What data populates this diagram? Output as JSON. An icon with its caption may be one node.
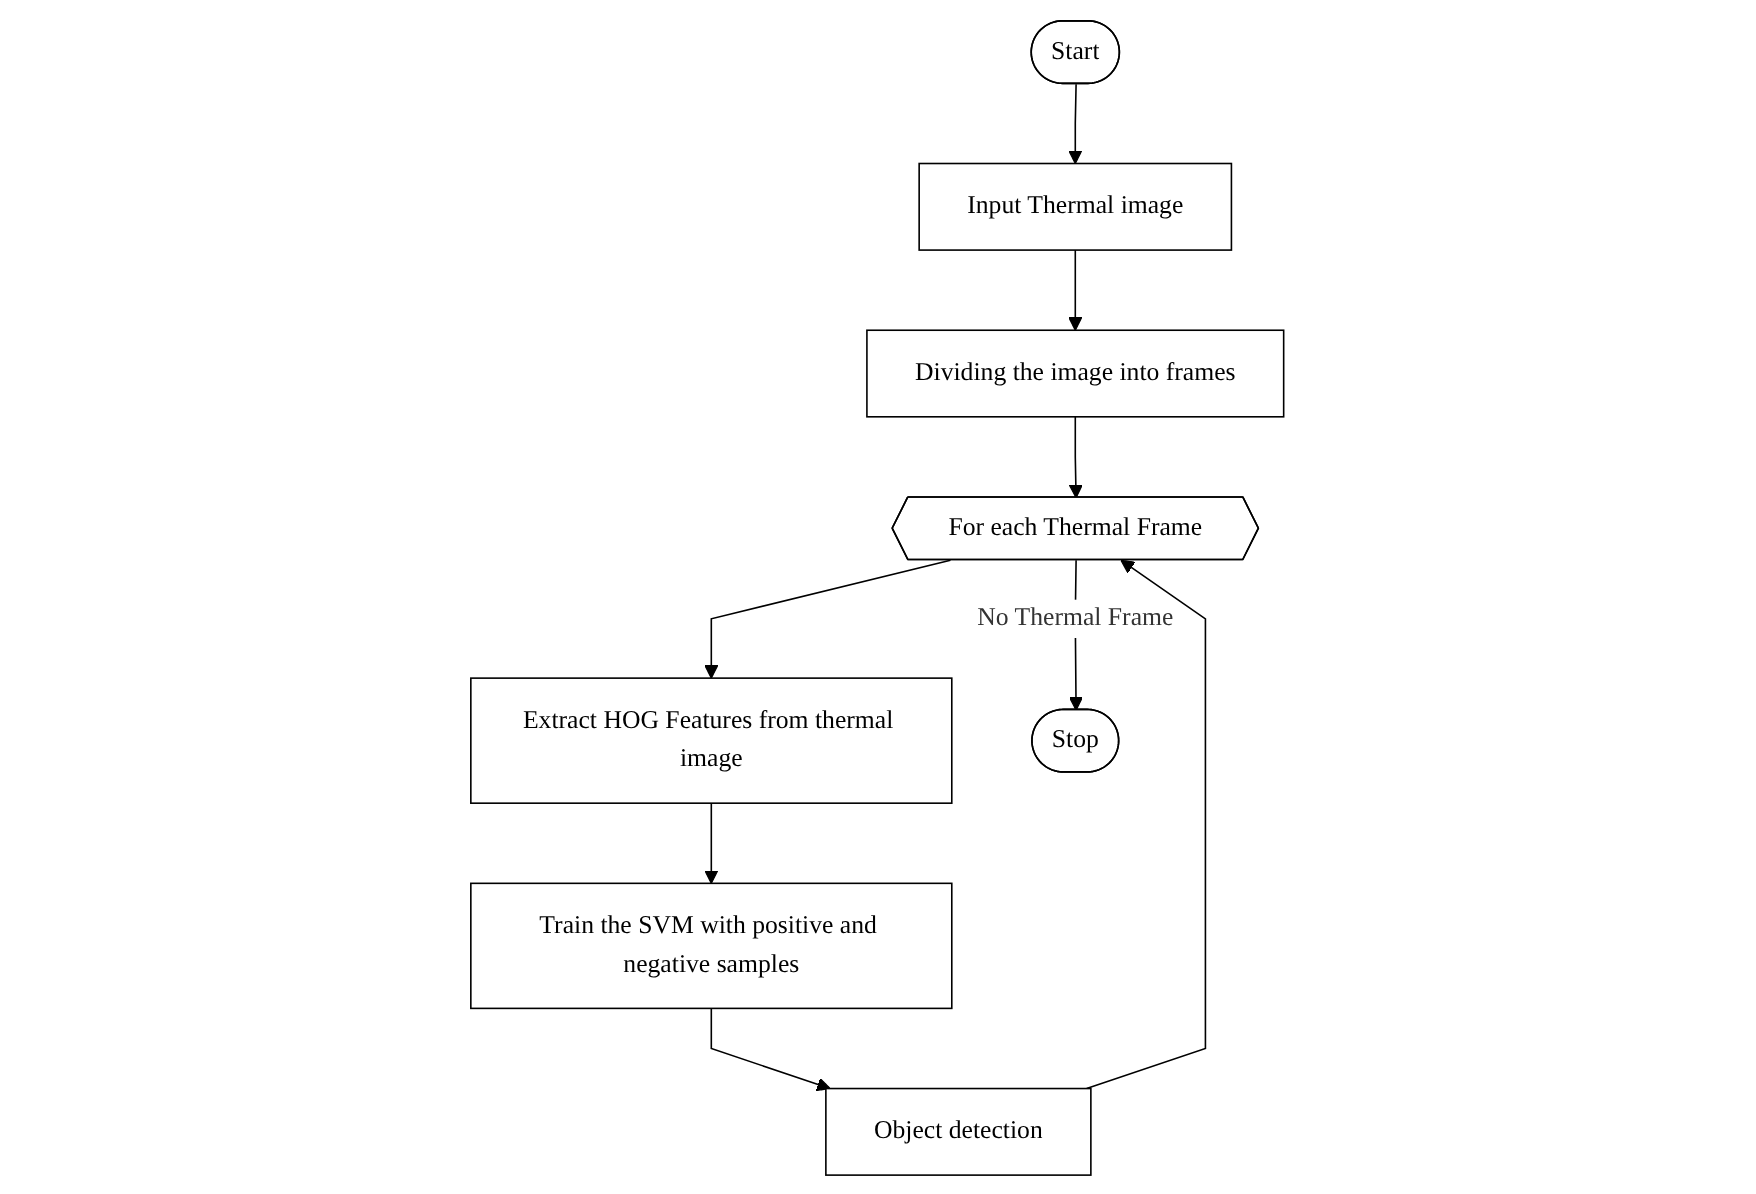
{
  "diagram": {
    "nodes": [
      {
        "text": [
          "Start"
        ]
      },
      {
        "text": [
          "Input Thermal image"
        ]
      },
      {
        "text": [
          "Dividing the image into frames"
        ]
      },
      {
        "text": [
          "For each Thermal Frame"
        ]
      },
      {
        "text": [
          "Extract HOG Features from thermal image"
        ]
      },
      {
        "text": [
          "Stop"
        ]
      },
      {
        "text": [
          "Train the SVM with positive and negative samples"
        ]
      },
      {
        "text": [
          "Object detection"
        ]
      }
    ],
    "edges": [
      {
        "from": 0,
        "to": 1,
        "arrow": "to"
      },
      {
        "from": 1,
        "to": 2,
        "arrow": "to"
      },
      {
        "from": 2,
        "to": 3,
        "arrow": "to"
      },
      {
        "from": 3,
        "to": 4,
        "arrow": "to"
      },
      {
        "from": 4,
        "to": 6,
        "arrow": "to"
      },
      {
        "from": 6,
        "to": 7,
        "arrow": "to"
      },
      {
        "from": 3,
        "to": 5,
        "arrow": "to",
        "label": "No Thermal Frame"
      },
      {
        "from": 7,
        "to": 3,
        "arrow": "to"
      }
    ]
  }
}
